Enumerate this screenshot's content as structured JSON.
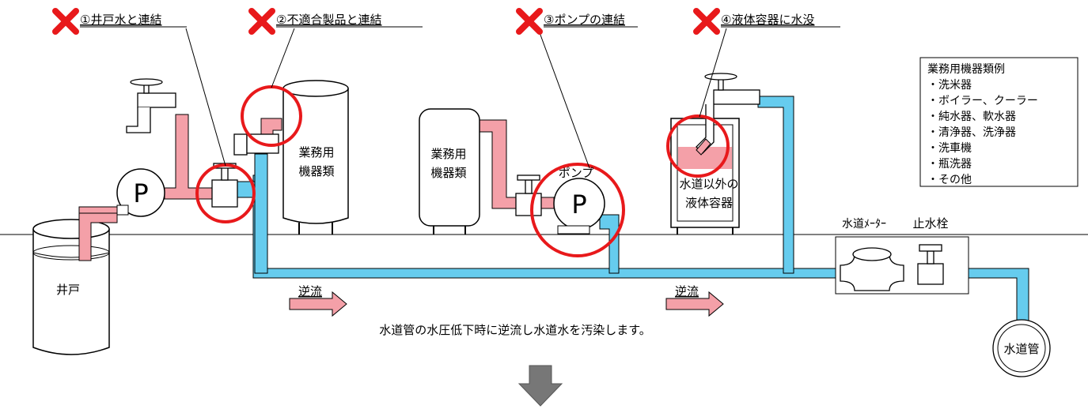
{
  "warnings": [
    {
      "label": "①井戸水と連結"
    },
    {
      "label": "②不適合製品と連結"
    },
    {
      "label": "③ポンプの連結"
    },
    {
      "label": "④液体容器に水没"
    }
  ],
  "examples_box": {
    "title": "業務用機器類例",
    "items": [
      "・洗米器",
      "・ボイラー、クーラー",
      "・純水器、軟水器",
      "・清浄器、洗浄器",
      "・洗車機",
      "・瓶洗器",
      "・その他"
    ]
  },
  "labels": {
    "pump": "P",
    "well": "井戸",
    "equipment_line1": "業務用",
    "equipment_line2": "機器類",
    "pump_word": "ポンプ",
    "container_line1": "水道以外の",
    "container_line2": "液体容器",
    "meter": "水道ﾒｰﾀｰ",
    "stopcock": "止水栓",
    "water_main": "水道管",
    "backflow": "逆流",
    "caption": "水道管の水圧低下時に逆流し水道水を汚染します。"
  },
  "colors": {
    "water_pipe": "#66ccee",
    "contaminated_pipe": "#f4a0a8",
    "warning_mark": "#e8191b",
    "highlight_circle": "#e8191b",
    "down_arrow": "#777777"
  }
}
